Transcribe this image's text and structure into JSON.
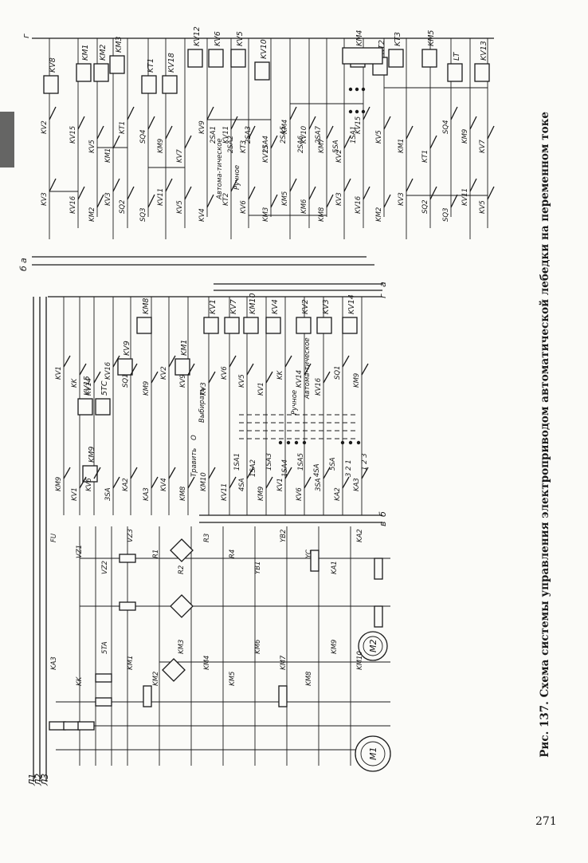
{
  "caption": "Рис. 137. Схема системы управления электроприводом автоматической лебедки на переменном токе",
  "page_number": "271",
  "buses": {
    "a": "а",
    "b": "б",
    "v": "в",
    "g": "г"
  },
  "mains": [
    "Л1",
    "Л2",
    "Л3"
  ],
  "motors": [
    "М1",
    "М2"
  ],
  "upper_coils": [
    "KV8",
    "KM1",
    "KM2",
    "KM3",
    "KT1",
    "KV18",
    "KV12",
    "KV6",
    "KV5",
    "KV10",
    "KM4",
    "KT2",
    "KT3",
    "KM5",
    "LT",
    "KV13"
  ],
  "upper_contacts": [
    "KV2",
    "KV3",
    "KV15",
    "KV16",
    "KV5",
    "KM2",
    "KM1",
    "KV3",
    "KT1",
    "SQ2",
    "SQ4",
    "SQ3",
    "KM9",
    "KV11",
    "KV7",
    "KV5",
    "KV9",
    "KV4",
    "KV11",
    "KT2",
    "KT3",
    "KV6",
    "KV13",
    "KM3",
    "KM4",
    "KM5",
    "KV10",
    "KM6",
    "KM7",
    "KM8"
  ],
  "upper_switch_labels": [
    "2SA1",
    "2SA2",
    "2SA3",
    "2SA4",
    "2SA5",
    "2SA6",
    "2SA7",
    "5SA",
    "1SA1"
  ],
  "mode_labels": [
    "Автома-тическое",
    "Ручное",
    "Травить",
    "Выбирать",
    "О"
  ],
  "lower_coils": [
    "KM8",
    "KV1",
    "KV7",
    "KM10",
    "KV4",
    "KV2",
    "KV3",
    "KV14",
    "KV15",
    "5TC",
    "KM9",
    "KV9",
    "KM1"
  ],
  "lower_contacts": [
    "KV1",
    "KM9",
    "KK",
    "KV1",
    "KV14",
    "KV6",
    "KV16",
    "3SA",
    "SQ1",
    "KA2",
    "KM9",
    "KA3",
    "KV2",
    "KV4",
    "KV9",
    "KM8",
    "KV3",
    "KM10",
    "KV6",
    "KV11",
    "KV5",
    "4SA"
  ],
  "lower_switch_labels": [
    "1SA1",
    "1SA2",
    "1SA3",
    "1SA4",
    "1SA5",
    "4SA",
    "5SA",
    "3 2 1",
    "1 2 3"
  ],
  "power_labels": [
    "FU",
    "VZ1",
    "VZ2",
    "VZ3",
    "R1",
    "R2",
    "R3",
    "R4",
    "YB1",
    "YB2",
    "YC",
    "KA1",
    "KA2",
    "KA3",
    "KK",
    "5TA",
    "KM1",
    "KM2",
    "KM3",
    "KM4",
    "KM5",
    "KM6",
    "KM7",
    "KM8",
    "KM9",
    "KM10"
  ]
}
